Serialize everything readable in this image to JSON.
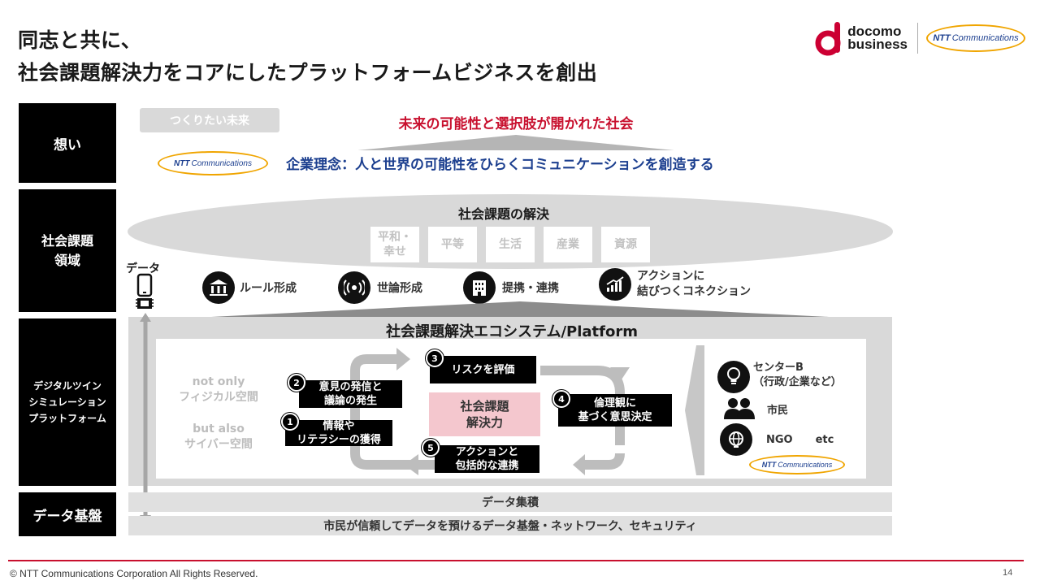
{
  "slide": {
    "title_line1": "同志と共に、",
    "title_line2": "社会課題解決力をコアにしたプラットフォームビジネスを創出",
    "page_number": "14",
    "copyright": "© NTT Communications Corporation All Rights Reserved."
  },
  "brand": {
    "docomo_line1": "docomo",
    "docomo_line2": "business",
    "ntt_bold": "NTT",
    "ntt_rest": "Communications"
  },
  "side_labels": [
    "想い",
    "社会課題\n領域",
    "デジタルツイン\nシミュレーション\nプラットフォーム",
    "データ基盤"
  ],
  "vision": {
    "chip": "つくりたい未来",
    "future": "未来の可能性と選択肢が開かれた社会",
    "philosophy": "企業理念：人と世界の可能性をひらくコミュニケーションを創造する"
  },
  "social": {
    "heading": "社会課題の解決",
    "issues": [
      "平和・\n幸せ",
      "平等",
      "生活",
      "産業",
      "資源"
    ],
    "data_label": "データ",
    "actions": [
      "ルール形成",
      "世論形成",
      "提携・連携",
      "アクションに\n結びつくコネクション"
    ]
  },
  "platform": {
    "heading": "社会課題解決エコシステム/Platform",
    "not_only": "not only",
    "physical": "フィジカル空間",
    "but_also": "but also",
    "cyber": "サイバー空間",
    "core": "社会課題\n解決力",
    "steps": [
      {
        "num": "1",
        "text": "情報や\nリテラシーの獲得"
      },
      {
        "num": "2",
        "text": "意見の発信と\n議論の発生"
      },
      {
        "num": "3",
        "text": "リスクを評価"
      },
      {
        "num": "4",
        "text": "倫理観に\n基づく意思決定"
      },
      {
        "num": "5",
        "text": "アクションと\n包括的な連携"
      }
    ],
    "actors": [
      {
        "icon": "lightbulb-icon",
        "text": "センターB\n（行政/企業など）"
      },
      {
        "icon": "people-icon",
        "text": "市民"
      },
      {
        "icon": "globe-icon",
        "text": "NGO"
      }
    ],
    "etc": "etc"
  },
  "data_base": {
    "accumulation": "データ集積",
    "foundation": "市民が信頼してデータを預けるデータ基盤・ネットワーク、セキュリティ"
  },
  "colors": {
    "accent_red": "#c8102e",
    "navy": "#1c3f8f",
    "docomo_red": "#cc0033",
    "ntt_orange": "#f0a500"
  }
}
